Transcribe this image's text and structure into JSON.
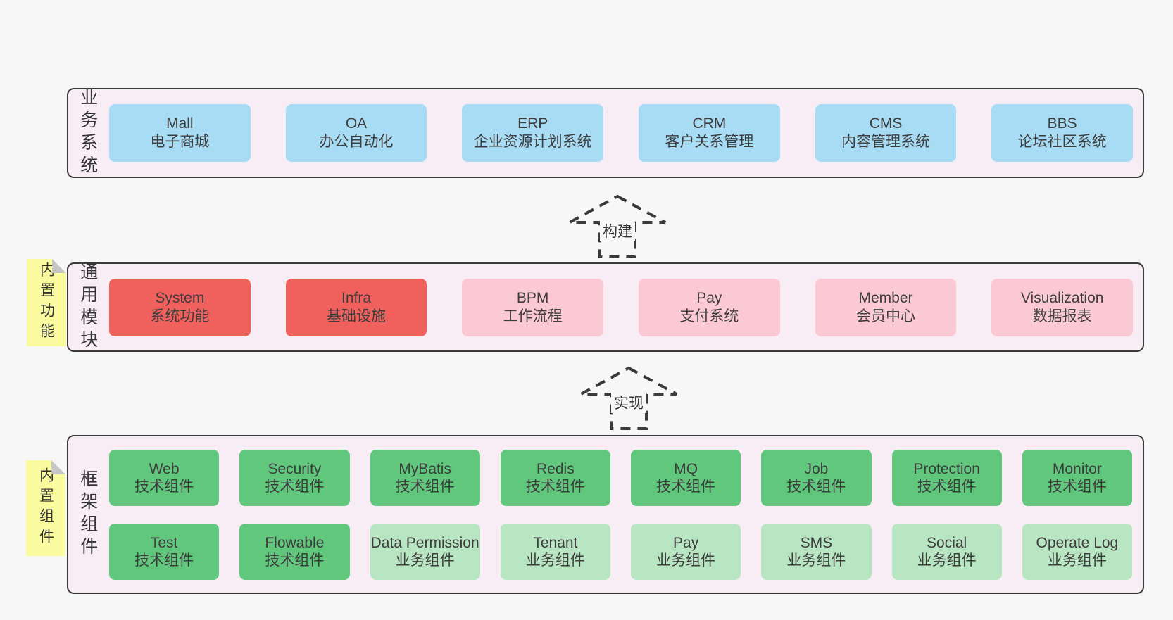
{
  "palette": {
    "page_bg": "#f7f7f7",
    "band_bg": "#f8edf5",
    "band_border": "#3a3a3a",
    "blue": "#a8dcf5",
    "red": "#f0615e",
    "pink": "#fbc9d4",
    "green": "#60c77d",
    "light_green": "#b9e6c2",
    "sticky_yellow": "#fafa9e",
    "text": "#3d3d3d"
  },
  "stickies": [
    {
      "label": "内置功能"
    },
    {
      "label": "内置组件"
    }
  ],
  "arrows": [
    {
      "label": "构建"
    },
    {
      "label": "实现"
    }
  ],
  "bands": [
    {
      "label": "业务系统",
      "boxes": [
        {
          "title": "Mall",
          "subtitle": "电子商城"
        },
        {
          "title": "OA",
          "subtitle": "办公自动化"
        },
        {
          "title": "ERP",
          "subtitle": "企业资源计划系统"
        },
        {
          "title": "CRM",
          "subtitle": "客户关系管理"
        },
        {
          "title": "CMS",
          "subtitle": "内容管理系统"
        },
        {
          "title": "BBS",
          "subtitle": "论坛社区系统"
        }
      ]
    },
    {
      "label": "通用模块",
      "boxes": [
        {
          "title": "System",
          "subtitle": "系统功能"
        },
        {
          "title": "Infra",
          "subtitle": "基础设施"
        },
        {
          "title": "BPM",
          "subtitle": "工作流程"
        },
        {
          "title": "Pay",
          "subtitle": "支付系统"
        },
        {
          "title": "Member",
          "subtitle": "会员中心"
        },
        {
          "title": "Visualization",
          "subtitle": "数据报表"
        }
      ]
    },
    {
      "label": "框架组件",
      "rows": [
        [
          {
            "title": "Web",
            "subtitle": "技术组件"
          },
          {
            "title": "Security",
            "subtitle": "技术组件"
          },
          {
            "title": "MyBatis",
            "subtitle": "技术组件"
          },
          {
            "title": "Redis",
            "subtitle": "技术组件"
          },
          {
            "title": "MQ",
            "subtitle": "技术组件"
          },
          {
            "title": "Job",
            "subtitle": "技术组件"
          },
          {
            "title": "Protection",
            "subtitle": "技术组件"
          },
          {
            "title": "Monitor",
            "subtitle": "技术组件"
          }
        ],
        [
          {
            "title": "Test",
            "subtitle": "技术组件"
          },
          {
            "title": "Flowable",
            "subtitle": "技术组件"
          },
          {
            "title": "Data Permission",
            "subtitle": "业务组件"
          },
          {
            "title": "Tenant",
            "subtitle": "业务组件"
          },
          {
            "title": "Pay",
            "subtitle": "业务组件"
          },
          {
            "title": "SMS",
            "subtitle": "业务组件"
          },
          {
            "title": "Social",
            "subtitle": "业务组件"
          },
          {
            "title": "Operate Log",
            "subtitle": "业务组件"
          }
        ]
      ]
    }
  ]
}
